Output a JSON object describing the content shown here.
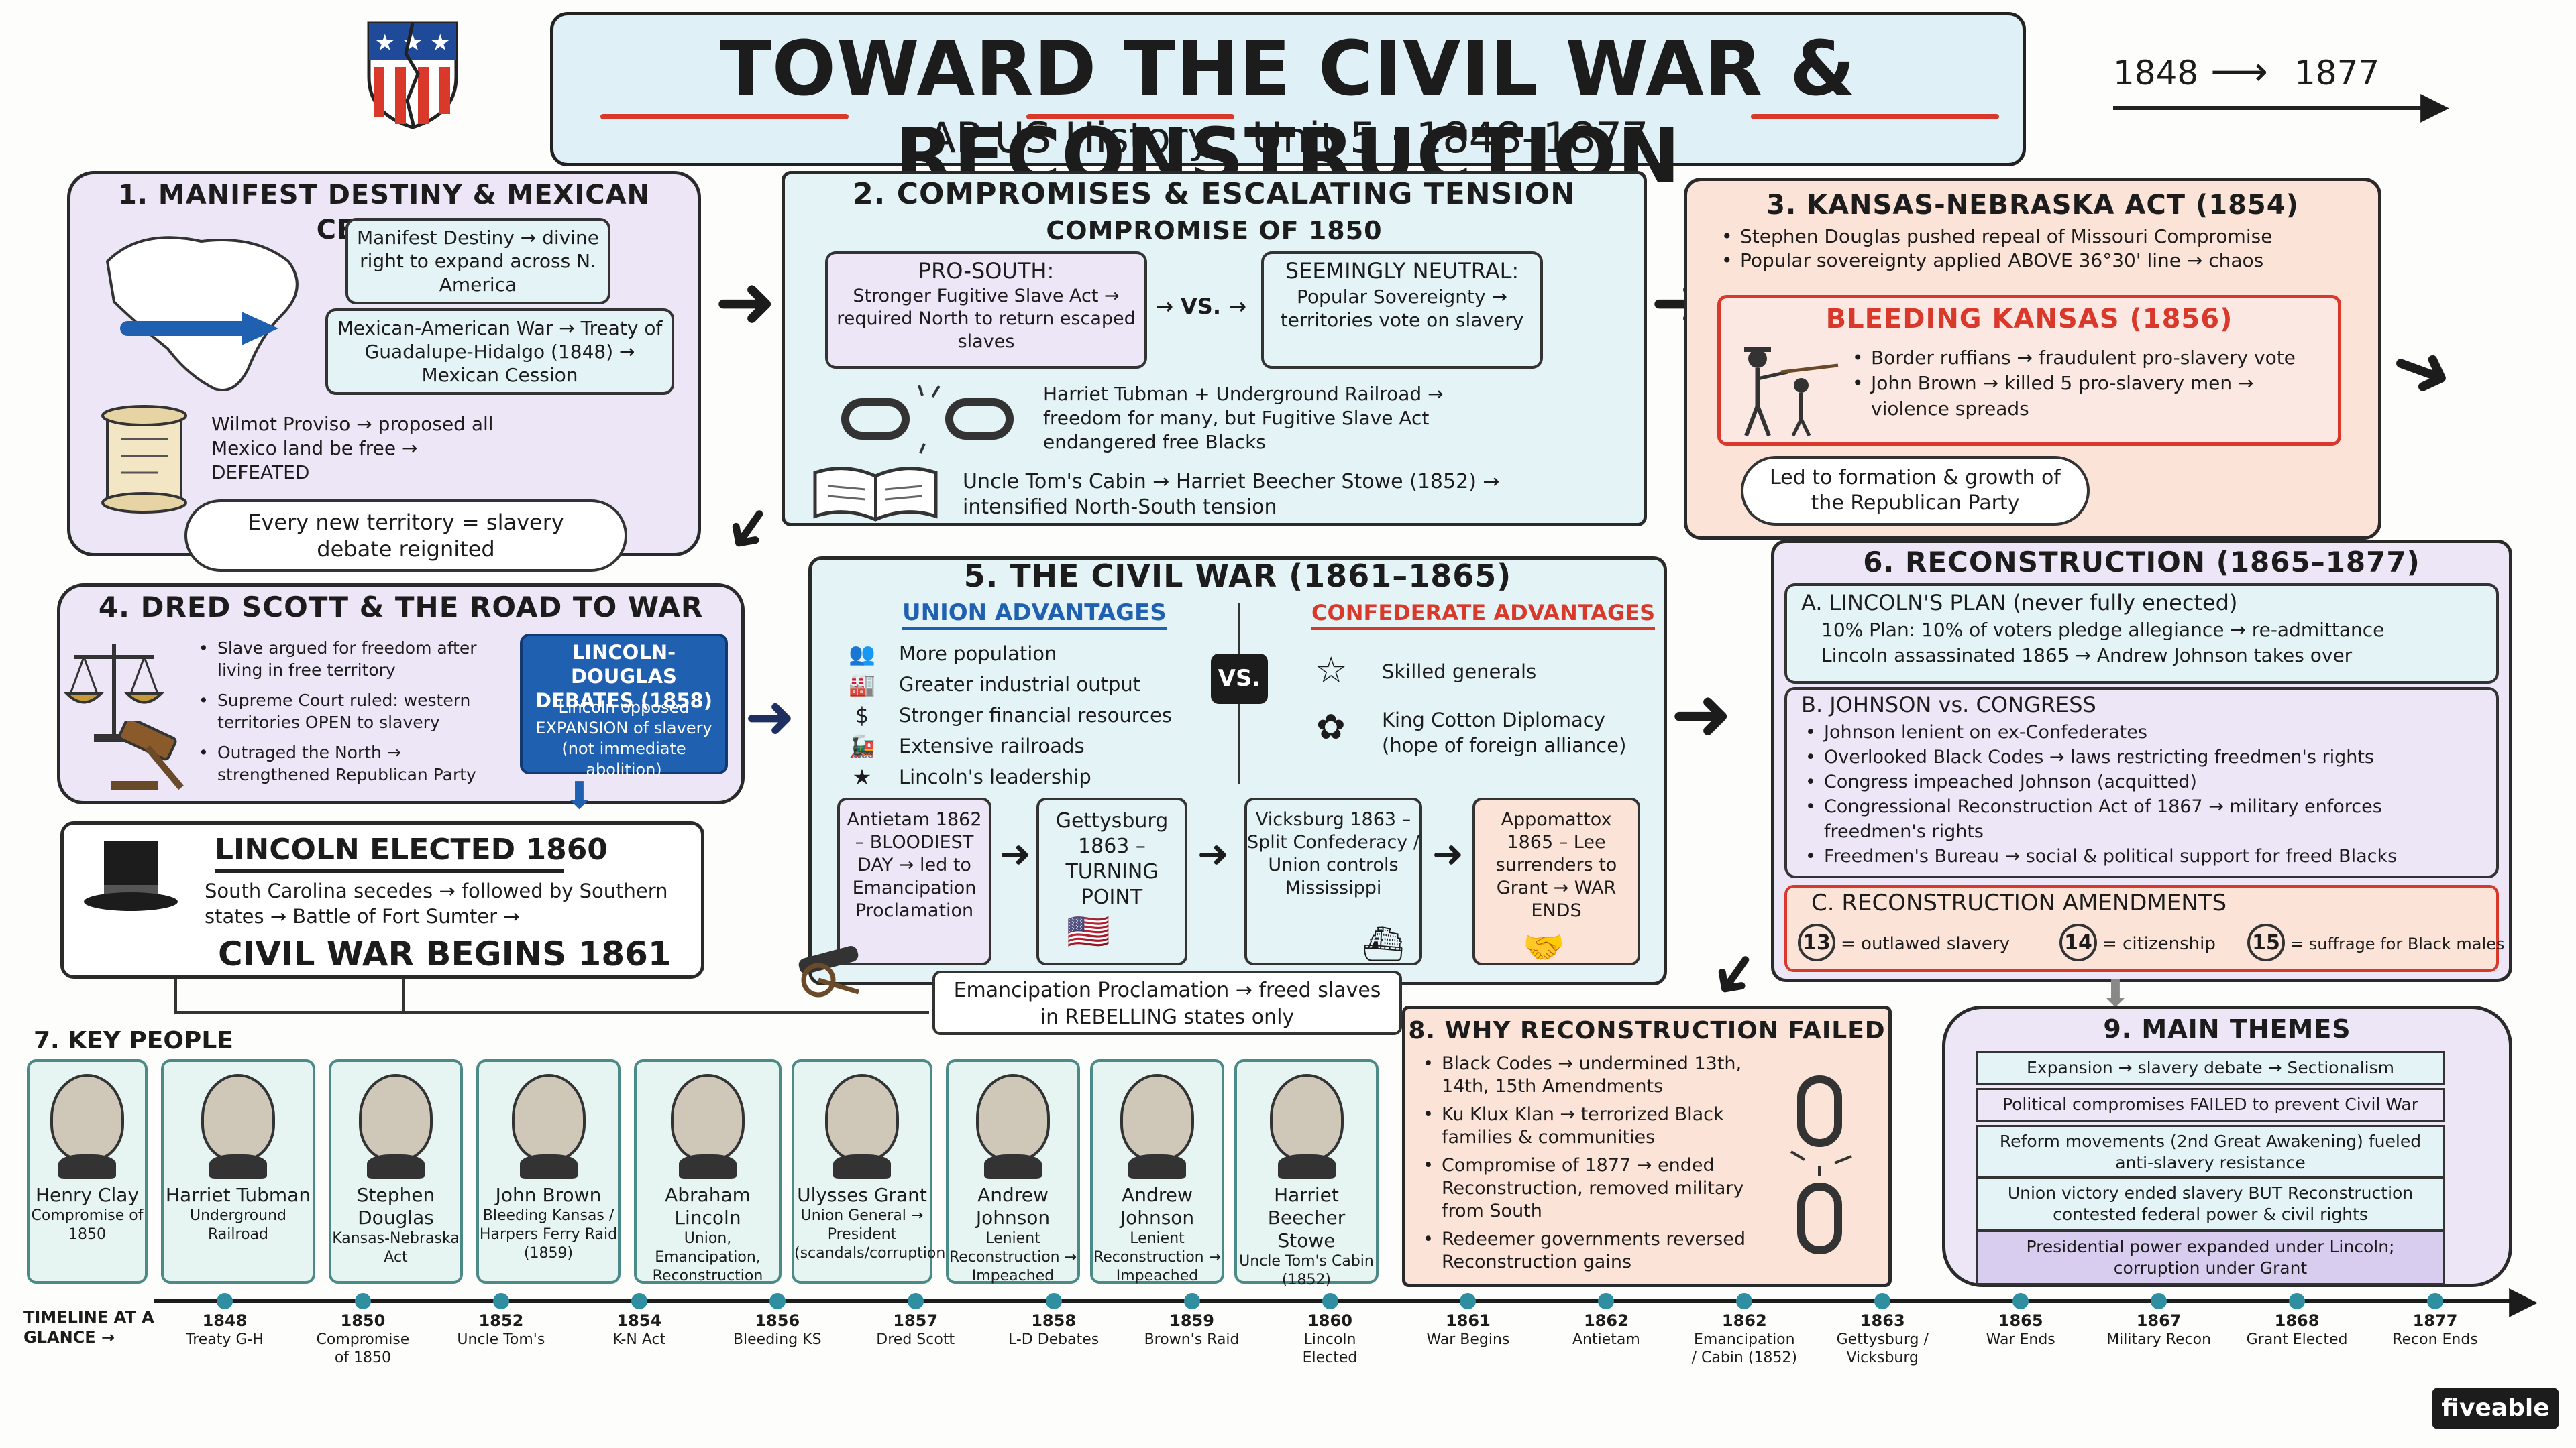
{
  "header": {
    "title": "TOWARD THE CIVIL WAR & RECONSTRUCTION",
    "subtitle": "AP US History · Unit 5 · 1848–1877",
    "range_start": "1848",
    "range_end": "1877"
  },
  "s1": {
    "title": "1. MANIFEST DESTINY & MEXICAN CESSION",
    "manifest": "Manifest Destiny → divine right to expand across N. America",
    "war": "Mexican-American War → Treaty of Guadalupe-Hidalgo (1848) → Mexican Cession",
    "wilmot": "Wilmot Proviso → proposed all Mexico land be free → DEFEATED",
    "bubble": "Every new territory = slavery debate reignited"
  },
  "s2": {
    "title": "2. COMPROMISES & ESCALATING TENSION",
    "subtitle": "COMPROMISE OF 1850",
    "pro_south_head": "PRO-SOUTH:",
    "pro_south": "Stronger Fugitive Slave Act → required North to return escaped slaves",
    "vs": "→ VS. →",
    "neutral_head": "SEEMINGLY NEUTRAL:",
    "neutral": "Popular Sovereignty → territories vote on slavery",
    "tubman": "Harriet Tubman + Underground Railroad → freedom for many, but Fugitive Slave Act endangered free Blacks",
    "cabin": "Uncle Tom's Cabin → Harriet Beecher Stowe (1852) → intensified North-South tension"
  },
  "s3": {
    "title": "3. KANSAS-NEBRASKA ACT (1854)",
    "b1": "Stephen Douglas pushed repeal of Missouri Compromise",
    "b2": "Popular sovereignty applied ABOVE 36°30' line → chaos",
    "bleeding_title": "BLEEDING KANSAS (1856)",
    "bk1": "Border ruffians → fraudulent pro-slavery vote",
    "bk2": "John Brown → killed 5 pro-slavery men → violence spreads",
    "bubble": "Led to formation & growth of the Republican Party"
  },
  "s4": {
    "title": "4. DRED SCOTT & THE ROAD TO WAR",
    "b1": "Slave argued for freedom after living in free territory",
    "b2": "Supreme Court ruled: western territories OPEN to slavery",
    "b3": "Outraged the North → strengthened Republican Party",
    "debate_title": "LINCOLN-DOUGLAS DEBATES (1858)",
    "debate_body": "Lincoln opposed EXPANSION of slavery (not immediate abolition)"
  },
  "lincoln": {
    "title": "LINCOLN ELECTED 1860",
    "body": "South Carolina secedes → followed by Southern states → Battle of Fort Sumter →",
    "begins": "CIVIL WAR BEGINS 1861"
  },
  "s5": {
    "title": "5. THE CIVIL WAR (1861–1865)",
    "union_head": "UNION ADVANTAGES",
    "union": [
      "More population",
      "Greater industrial output",
      "Stronger financial resources",
      "Extensive railroads",
      "Lincoln's leadership"
    ],
    "vs": "VS.",
    "conf_head": "CONFEDERATE ADVANTAGES",
    "conf1": "Skilled generals",
    "conf2": "King Cotton Diplomacy (hope of foreign alliance)",
    "antietam": "Antietam 1862 – BLOODIEST DAY → led to Emancipation Proclamation",
    "gettysburg": "Gettysburg 1863 – TURNING POINT",
    "vicksburg": "Vicksburg 1863 – Split Confederacy / Union controls Mississippi",
    "appomattox": "Appomattox 1865 – Lee surrenders to Grant → WAR ENDS",
    "emancipation": "Emancipation Proclamation → freed slaves in REBELLING states only"
  },
  "s6": {
    "title": "6. RECONSTRUCTION (1865–1877)",
    "a_title": "A. LINCOLN'S PLAN (never fully enected)",
    "a1": "10% Plan:   10% of voters pledge allegiance → re-admittance",
    "a2": "Lincoln assassinated 1865 → Andrew Johnson takes over",
    "b_title": "B. JOHNSON vs. CONGRESS",
    "b": [
      "Johnson lenient on ex-Confederates",
      "Overlooked Black Codes → laws restricting freedmen's rights",
      "Congress impeached Johnson (acquitted)",
      "Congressional Reconstruction Act of 1867 → military enforces freedmen's rights",
      "Freedmen's Bureau → social & political support for freed Blacks"
    ],
    "c_title": "C. RECONSTRUCTION AMENDMENTS",
    "c13n": "13",
    "c13": "= outlawed slavery",
    "c14n": "14",
    "c14": "= citizenship",
    "c15n": "15",
    "c15": "= suffrage for Black males"
  },
  "s7": {
    "title": "7. KEY PEOPLE",
    "people": [
      {
        "name": "Henry Clay",
        "desc": "Compromise of 1850"
      },
      {
        "name": "Harriet Tubman",
        "desc": "Underground Railroad"
      },
      {
        "name": "Stephen Douglas",
        "desc": "Kansas-Nebraska Act"
      },
      {
        "name": "John Brown",
        "desc": "Bleeding Kansas / Harpers Ferry Raid (1859)"
      },
      {
        "name": "Abraham Lincoln",
        "desc": "Union, Emancipation, Reconstruction"
      },
      {
        "name": "Ulysses Grant",
        "desc": "Union General → President (scandals/corruption)"
      },
      {
        "name": "Andrew Johnson",
        "desc": "Lenient Reconstruction → Impeached"
      },
      {
        "name": "Andrew Johnson",
        "desc": "Lenient Reconstruction → Impeached"
      },
      {
        "name": "Harriet Beecher Stowe",
        "desc": "Uncle Tom's Cabin (1852)"
      }
    ]
  },
  "s8": {
    "title": "8. WHY RECONSTRUCTION FAILED",
    "b": [
      "Black Codes → undermined 13th, 14th, 15th Amendments",
      "Ku Klux Klan → terrorized Black families & communities",
      "Compromise of 1877 → ended Reconstruction, removed military from South",
      "Redeemer governments reversed Reconstruction gains"
    ]
  },
  "s9": {
    "title": "9. MAIN THEMES",
    "themes": [
      "Expansion → slavery debate → Sectionalism",
      "Political compromises FAILED to prevent Civil War",
      "Reform movements (2nd Great Awakening) fueled anti-slavery resistance",
      "Union victory ended slavery BUT Reconstruction contested federal power & civil rights",
      "Presidential power expanded under Lincoln; corruption under Grant"
    ]
  },
  "timeline": {
    "label": "TIMELINE AT A GLANCE →",
    "events": [
      {
        "year": "1848",
        "text": "Treaty G-H"
      },
      {
        "year": "1850",
        "text": "Compromise of 1850"
      },
      {
        "year": "1852",
        "text": "Uncle Tom's"
      },
      {
        "year": "1854",
        "text": "K-N Act"
      },
      {
        "year": "1856",
        "text": "Bleeding KS"
      },
      {
        "year": "1857",
        "text": "Dred Scott"
      },
      {
        "year": "1858",
        "text": "L-D Debates"
      },
      {
        "year": "1859",
        "text": "Brown's Raid"
      },
      {
        "year": "1860",
        "text": "Lincoln Elected"
      },
      {
        "year": "1861",
        "text": "War Begins"
      },
      {
        "year": "1862",
        "text": "Antietam"
      },
      {
        "year": "1862",
        "text": "Emancipation / Cabin (1852)"
      },
      {
        "year": "1863",
        "text": "Gettysburg / Vicksburg"
      },
      {
        "year": "1865",
        "text": "War Ends"
      },
      {
        "year": "1867",
        "text": "Military Recon"
      },
      {
        "year": "1868",
        "text": "Grant Elected"
      },
      {
        "year": "1877",
        "text": "Recon Ends"
      }
    ]
  },
  "brand": "fiveable",
  "colors": {
    "title_bg": "#dff0f6",
    "purple": "#ece6f6",
    "teal": "#e4f3f6",
    "peach": "#fbe3d8",
    "red": "#d8392b",
    "blue_accent": "#2060b0",
    "navy": "#1f4a9a",
    "timeline": "#2f8ea0"
  }
}
